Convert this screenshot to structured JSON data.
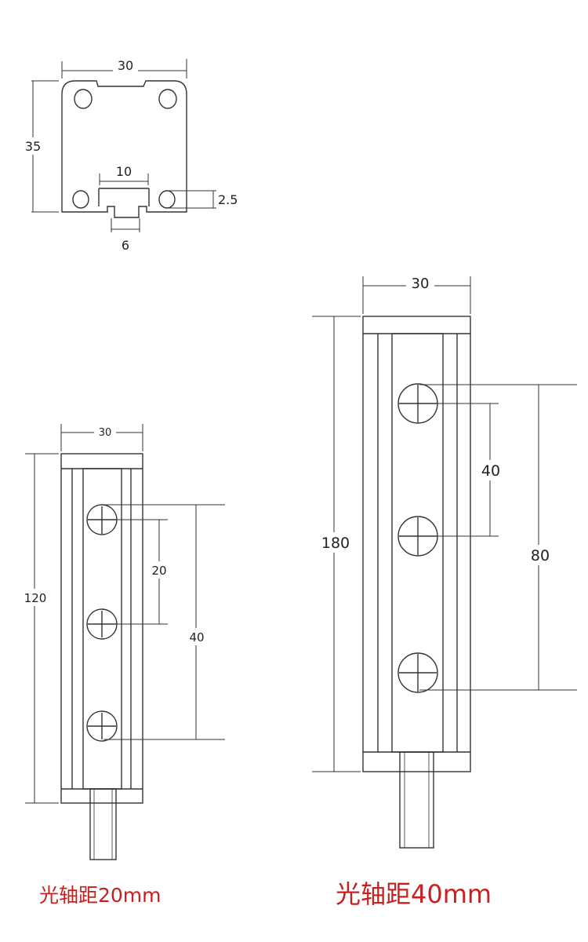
{
  "profile_view": {
    "dim_width": "30",
    "dim_height": "35",
    "dim_slot_width": "10",
    "dim_slot_depth": "2.5",
    "dim_neck_width": "6"
  },
  "bolt_left": {
    "dim_width": "30",
    "dim_length": "120",
    "dim_hole_pitch": "20",
    "dim_hole_span": "40",
    "caption": "光轴距20mm"
  },
  "bolt_right": {
    "dim_width": "30",
    "dim_length": "180",
    "dim_hole_pitch": "40",
    "dim_hole_span": "80",
    "caption": "光轴距40mm"
  },
  "colors": {
    "line": "#333333",
    "caption": "#c8201e"
  }
}
